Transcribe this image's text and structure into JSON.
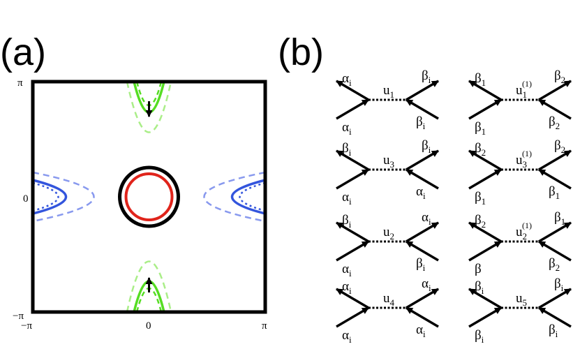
{
  "figure": {
    "panel_a": {
      "label": "(a)",
      "x_ticks": [
        "−π",
        "0",
        "π"
      ],
      "y_ticks": [
        "π",
        "0",
        "−π"
      ],
      "colors": {
        "frame": "#000000",
        "outer_circle": "#000000",
        "inner_circle": "#e0241b",
        "green": "#55dd22",
        "green_light": "#aaee88",
        "blue": "#3355dd",
        "blue_light": "#8899ee"
      }
    },
    "panel_b": {
      "label": "(b)",
      "diagrams": [
        {
          "coupling": "u",
          "sub": "1",
          "sup": "",
          "tl": [
            "α",
            "i"
          ],
          "bl": [
            "α",
            "i"
          ],
          "tr": [
            "β",
            "i"
          ],
          "br": [
            "β",
            "i"
          ]
        },
        {
          "coupling": "u",
          "sub": "1",
          "sup": "(1)",
          "tl": [
            "β",
            "1"
          ],
          "bl": [
            "β",
            "1"
          ],
          "tr": [
            "β",
            "2"
          ],
          "br": [
            "β",
            "2"
          ]
        },
        {
          "coupling": "u",
          "sub": "3",
          "sup": "",
          "tl": [
            "β",
            "i"
          ],
          "bl": [
            "α",
            "i"
          ],
          "tr": [
            "β",
            "i"
          ],
          "br": [
            "α",
            "i"
          ]
        },
        {
          "coupling": "u",
          "sub": "3",
          "sup": "(1)",
          "tl": [
            "β",
            "2"
          ],
          "bl": [
            "β",
            "1"
          ],
          "tr": [
            "β",
            "2"
          ],
          "br": [
            "β",
            "1"
          ]
        },
        {
          "coupling": "u",
          "sub": "2",
          "sup": "",
          "tl": [
            "β",
            "i"
          ],
          "bl": [
            "α",
            "i"
          ],
          "tr": [
            "α",
            "i"
          ],
          "br": [
            "β",
            "i"
          ]
        },
        {
          "coupling": "u",
          "sub": "2",
          "sup": "(1)",
          "tl": [
            "β",
            "2"
          ],
          "bl": [
            "β",
            ""
          ],
          "tr": [
            "β",
            "1"
          ],
          "br": [
            "β",
            "2"
          ]
        },
        {
          "coupling": "u",
          "sub": "4",
          "sup": "",
          "tl": [
            "α",
            "i"
          ],
          "bl": [
            "α",
            "i"
          ],
          "tr": [
            "α",
            "i"
          ],
          "br": [
            "α",
            "i"
          ]
        },
        {
          "coupling": "u",
          "sub": "5",
          "sup": "",
          "tl": [
            "β",
            "i"
          ],
          "bl": [
            "β",
            "i"
          ],
          "tr": [
            "β",
            "i"
          ],
          "br": [
            "β",
            "i"
          ]
        }
      ]
    }
  }
}
